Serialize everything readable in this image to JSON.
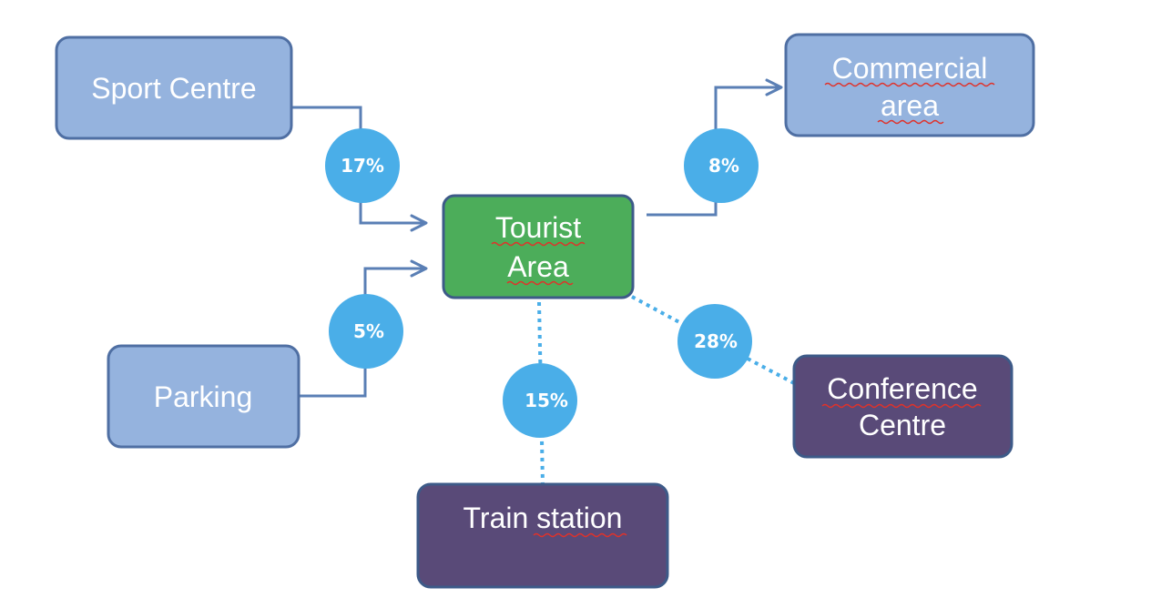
{
  "diagram": {
    "colors": {
      "light_blue_fill": "#95b3de",
      "light_blue_border": "#4f6fa3",
      "green_fill": "#4cad5a",
      "purple_fill": "#594a78",
      "purple_border": "#3d5a88",
      "badge_fill": "#4aaee8",
      "arrow": "#5a7fb5",
      "dotted": "#4aaee8"
    },
    "nodes": {
      "sport_centre": {
        "lines": [
          "Sport Centre"
        ]
      },
      "commercial_area": {
        "lines": [
          "Commercial",
          "area"
        ]
      },
      "tourist_area": {
        "lines": [
          "Tourist",
          "Area"
        ]
      },
      "parking": {
        "lines": [
          "Parking"
        ]
      },
      "conference_centre": {
        "lines": [
          "Conference",
          "Centre"
        ]
      },
      "train_station": {
        "lines": [
          "Train station"
        ]
      }
    },
    "connections": {
      "sport_centre": {
        "percent": "17%",
        "style": "arrow"
      },
      "commercial_area": {
        "percent": "8%",
        "style": "arrow"
      },
      "parking": {
        "percent": "5%",
        "style": "arrow"
      },
      "conference_centre": {
        "percent": "28%",
        "style": "dotted"
      },
      "train_station": {
        "percent": "15%",
        "style": "dotted"
      }
    }
  }
}
